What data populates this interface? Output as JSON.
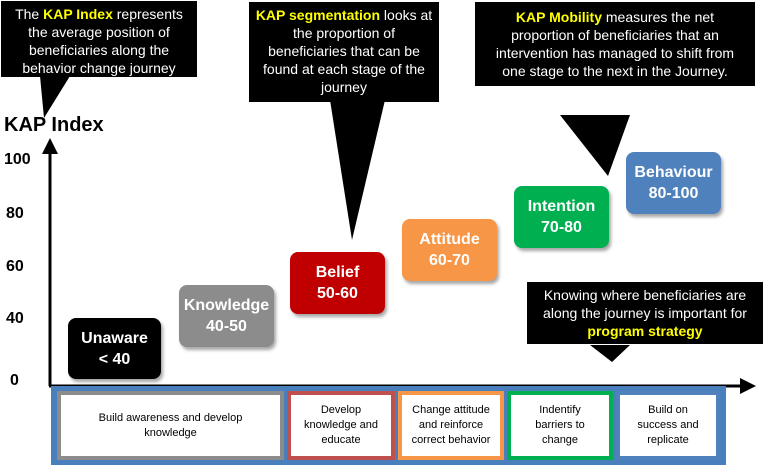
{
  "callouts": {
    "kap_index": {
      "highlight": "KAP Index",
      "pre": "The",
      "rest": "represents the average position of beneficiaries along the behavior change journey"
    },
    "segmentation": {
      "highlight": "KAP segmentation",
      "rest": "looks at the proportion of beneficiaries that can be found at each stage of the journey"
    },
    "mobility": {
      "highlight": "KAP Mobility",
      "rest": "measures the net proportion of beneficiaries that an intervention has managed to shift from one stage to the next in the Journey."
    },
    "strategy": {
      "rest": "Knowing where beneficiaries are along the journey is important for",
      "highlight": "program strategy"
    }
  },
  "axis": {
    "title": "KAP Index",
    "ticks": [
      "100",
      "80",
      "60",
      "40",
      "0"
    ]
  },
  "stages": [
    {
      "name": "Unaware",
      "range": "< 40",
      "color": "#000000"
    },
    {
      "name": "Knowledge",
      "range": "40-50",
      "color": "#8c8c8c"
    },
    {
      "name": "Belief",
      "range": "50-60",
      "color": "#c00000"
    },
    {
      "name": "Attitude",
      "range": "60-70",
      "color": "#f79646"
    },
    {
      "name": "Intention",
      "range": "70-80",
      "color": "#00b050"
    },
    {
      "name": "Behaviour",
      "range": "80-100",
      "color": "#4f81bd"
    }
  ],
  "actions": [
    {
      "label": "Build awareness and develop knowledge",
      "border": "#8c8c8c"
    },
    {
      "label": "Develop knowledge and educate",
      "border": "#c0504d"
    },
    {
      "label": "Change attitude and reinforce correct behavior",
      "border": "#f79646"
    },
    {
      "label": "Indentify barriers to change",
      "border": "#00b050"
    },
    {
      "label": "Build on success and replicate",
      "border": "#4f81bd"
    }
  ]
}
